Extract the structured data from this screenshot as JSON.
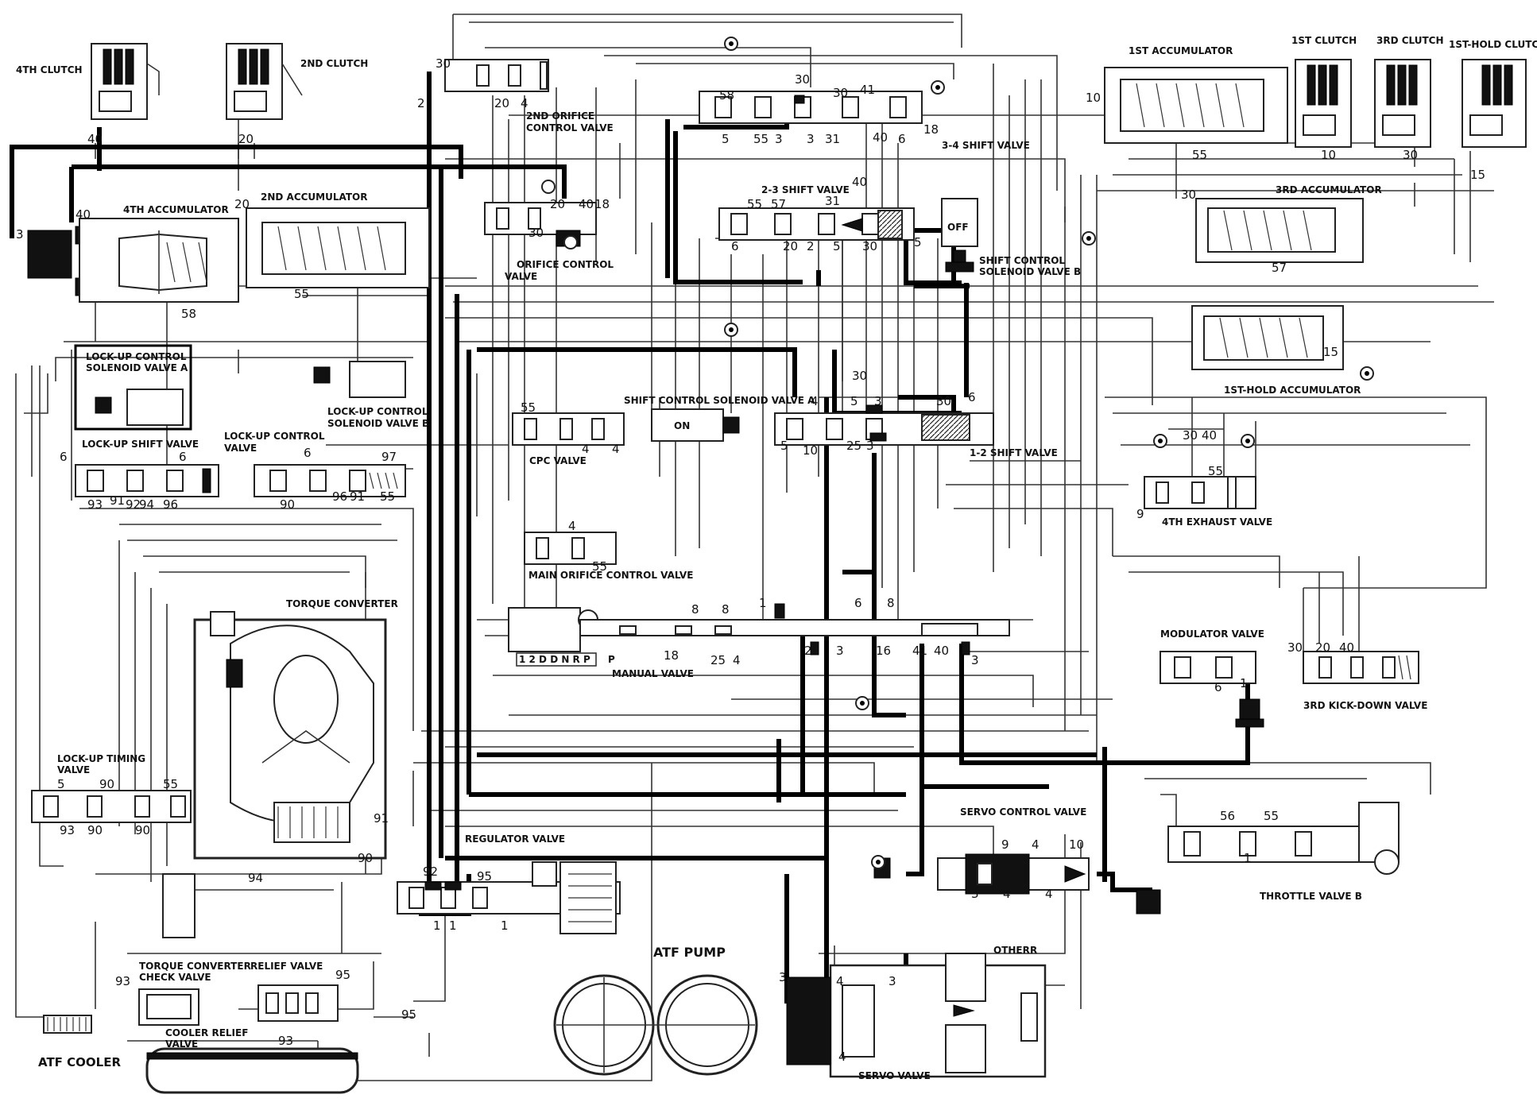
{
  "labels": {
    "clutch_4th": "4TH CLUTCH",
    "clutch_2nd": "2ND CLUTCH",
    "clutch_1st": "1ST CLUTCH",
    "clutch_3rd": "3RD CLUTCH",
    "clutch_1st_hold": "1ST-HOLD CLUTCH",
    "accumulator_1st": "1ST ACCUMULATOR",
    "accumulator_2nd": "2ND ACCUMULATOR",
    "accumulator_3rd": "3RD ACCUMULATOR",
    "accumulator_4th": "4TH ACCUMULATOR",
    "accumulator_1st_hold": "1ST-HOLD ACCUMULATOR",
    "orifice_ctrl_2nd_l1": "2ND ORIFICE",
    "orifice_ctrl_2nd_l2": "CONTROL VALVE",
    "orifice_ctrl_l1": "ORIFICE CONTROL",
    "orifice_ctrl_l2": "VALVE",
    "shift_valve_34": "3-4 SHIFT VALVE",
    "shift_valve_23": "2-3 SHIFT VALVE",
    "shift_valve_12": "1-2 SHIFT VALVE",
    "solenoid_b_l1": "SHIFT CONTROL",
    "solenoid_b_l2": "SOLENOID VALVE B",
    "solenoid_a": "SHIFT CONTROL SOLENOID VALVE A",
    "off_text": "OFF",
    "on_text": "ON",
    "lockup_sol_a_l1": "LOCK-UP CONTROL",
    "lockup_sol_a_l2": "SOLENOID VALVE A",
    "lockup_sol_b_l1": "LOCK-UP CONTROL",
    "lockup_sol_b_l2": "SOLENOID VALVE B",
    "lockup_shift": "LOCK-UP SHIFT VALVE",
    "lockup_control_l1": "LOCK-UP CONTROL",
    "lockup_control_l2": "VALVE",
    "cpc_valve": "CPC VALVE",
    "main_orifice": "MAIN ORIFICE CONTROL VALVE",
    "torque_converter": "TORQUE CONVERTER",
    "manual_valve": "MANUAL VALVE",
    "manual_positions": "1 2 D D N R P",
    "manual_p": "P",
    "lockup_timing_l1": "LOCK-UP TIMING",
    "lockup_timing_l2": "VALVE",
    "exhaust_4th": "4TH EXHAUST VALVE",
    "modulator": "MODULATOR VALVE",
    "kickdown_3rd": "3RD KICK-DOWN VALVE",
    "regulator": "REGULATOR VALVE",
    "servo_control": "SERVO CONTROL VALVE",
    "throttle_b": "THROTTLE VALVE B",
    "atf_pump": "ATF PUMP",
    "tc_check_l1": "TORQUE CONVERTER",
    "tc_check_l2": "CHECK VALVE",
    "relief": "RELIEF VALVE",
    "cooler_relief_l1": "COOLER RELIEF",
    "cooler_relief_l2": "VALVE",
    "atf_cooler": "ATF COOLER",
    "servo_valve": "SERVO VALVE",
    "other": "OTHER",
    "other_r": "R"
  },
  "port_numbers": {
    "p40a": "40",
    "p20a": "20",
    "p3a": "3",
    "p40b": "40",
    "p20b": "20",
    "p55a": "55",
    "p58a": "58",
    "p30a": "30",
    "p2a": "2",
    "p20c": "20",
    "p4a": "4",
    "p58b": "58",
    "p5a": "5",
    "p55b": "55",
    "p3b": "3",
    "p3c": "3",
    "p31a": "31",
    "p30b": "30",
    "p41a": "41",
    "p30c": "30",
    "p40c": "40",
    "p6a": "6",
    "p18a": "18",
    "p20d": "20",
    "p40d": "40",
    "p18b": "18",
    "p30d": "30",
    "p55c": "55",
    "p57a": "57",
    "p31b": "31",
    "p40e": "40",
    "p6b": "6",
    "p20e": "20",
    "p2b": "2",
    "p5b": "5",
    "p30e": "30",
    "p5c": "5",
    "p10a": "10",
    "p55d": "55",
    "p10b": "10",
    "p30f": "30",
    "p15a": "15",
    "p30g": "30",
    "p57b": "57",
    "p15b": "15",
    "p30h": "30",
    "p6c": "6",
    "p6d": "6",
    "p93a": "93",
    "p91a": "91",
    "p92a": "92",
    "p94a": "94",
    "p96a": "96",
    "p6e": "6",
    "p97a": "97",
    "p90a": "90",
    "p96b": "96",
    "p91b": "91",
    "p55e": "55",
    "p55f": "55",
    "p4b": "4",
    "p4c": "4",
    "p4d": "4",
    "p5d": "5",
    "p3d": "3",
    "p30i": "30",
    "p6f": "6",
    "p5e": "5",
    "p10c": "10",
    "p25a": "25",
    "p3e": "3",
    "p4e": "4",
    "p55g": "55",
    "p30j": "30",
    "p40f": "40",
    "p55h": "55",
    "p9a": "9",
    "p8a": "8",
    "p8b": "8",
    "p1a": "1",
    "p6g": "6",
    "p8c": "8",
    "p18c": "18",
    "p25b": "25",
    "p4f": "4",
    "p2c": "2",
    "p3f": "3",
    "p16a": "16",
    "p41b": "41",
    "p40g": "40",
    "p3g": "3",
    "p6h": "6",
    "p1b": "1",
    "p30k": "30",
    "p20f": "20",
    "p40h": "40",
    "p5f": "5",
    "p90b": "90",
    "p55i": "55",
    "p93b": "93",
    "p90c": "90",
    "p90d": "90",
    "p91c": "91",
    "p90e": "90",
    "p94b": "94",
    "p92b": "92",
    "p95a": "95",
    "p1c": "1",
    "p1d": "1",
    "p1e": "1",
    "p9b": "9",
    "p4g": "4",
    "p10d": "10",
    "p3h": "3",
    "p4h": "4",
    "p4i": "4",
    "p56a": "56",
    "p55j": "55",
    "p1f": "1",
    "p93c": "93",
    "p95b": "95",
    "p95c": "95",
    "p93d": "93",
    "p3i": "3",
    "p4j": "4",
    "p3j": "3",
    "p4k": "4"
  }
}
